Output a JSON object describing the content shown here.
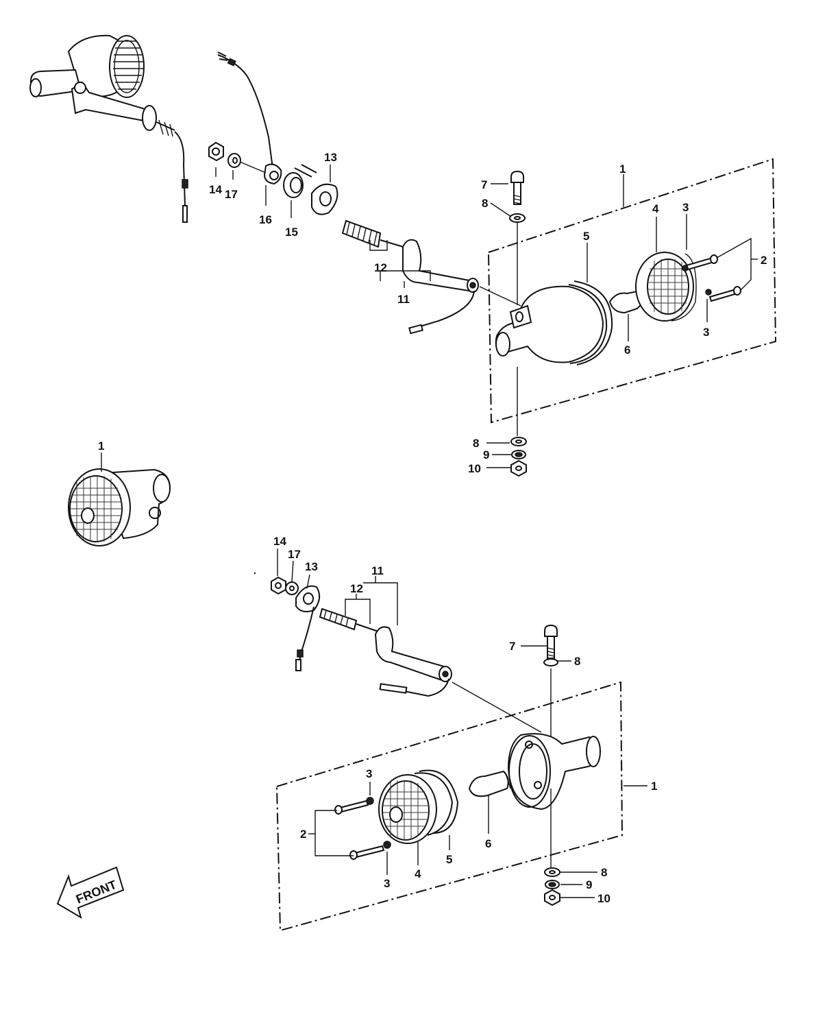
{
  "callouts": {
    "upper": {
      "c1": "1",
      "c2": "2",
      "c3a": "3",
      "c3b": "3",
      "c4": "4",
      "c5": "5",
      "c6": "6",
      "c7": "7",
      "c8a": "8",
      "c8b": "8",
      "c9": "9",
      "c10": "10",
      "c11": "11",
      "c12": "12",
      "c13": "13",
      "c14": "14",
      "c15": "15",
      "c16": "16",
      "c17": "17"
    },
    "middle": {
      "c1": "1"
    },
    "lower": {
      "c1": "1",
      "c2": "2",
      "c3a": "3",
      "c3b": "3",
      "c4": "4",
      "c5": "5",
      "c6": "6",
      "c7": "7",
      "c8a": "8",
      "c8b": "8",
      "c9": "9",
      "c10": "10",
      "c11": "11",
      "c12": "12",
      "c13": "13",
      "c14": "14",
      "c17": "17"
    }
  },
  "front_arrow": {
    "label": "FRONT"
  },
  "icons": {
    "turn_signal": "turn-signal-assembly",
    "bulb": "bulb",
    "screw": "screw",
    "washer": "washer",
    "nut": "nut",
    "bolt": "bolt"
  }
}
